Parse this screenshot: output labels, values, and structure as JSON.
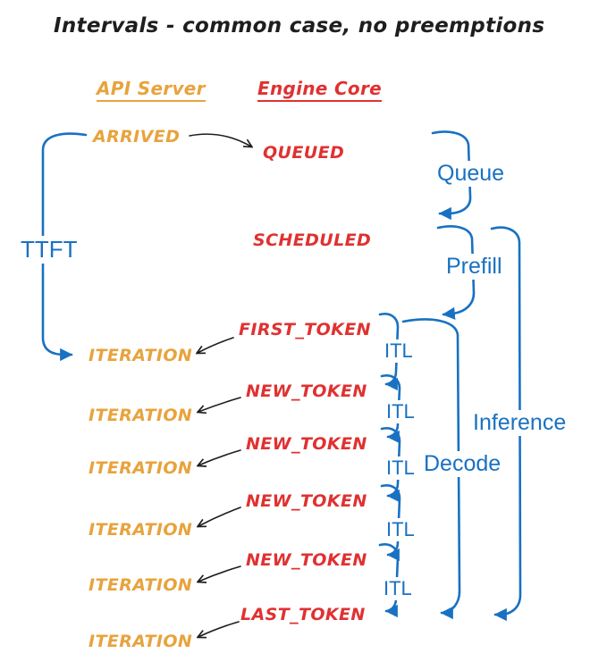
{
  "title": "Intervals - common case, no preemptions",
  "columns": {
    "api_server": "API Server",
    "engine_core": "Engine Core"
  },
  "events": {
    "arrived": "ARRIVED",
    "queued": "QUEUED",
    "scheduled": "SCHEDULED",
    "first_token": "FIRST_TOKEN",
    "new_token": "NEW_TOKEN",
    "last_token": "LAST_TOKEN",
    "iteration": "ITERATION"
  },
  "intervals": {
    "ttft": "TTFT",
    "queue": "Queue",
    "prefill": "Prefill",
    "itl": "ITL",
    "decode": "Decode",
    "inference": "Inference"
  },
  "colors": {
    "api_server": "#e8a33d",
    "engine_core": "#e03131",
    "interval": "#1971c2",
    "ink": "#1e1e1e",
    "background": "#ffffff"
  }
}
